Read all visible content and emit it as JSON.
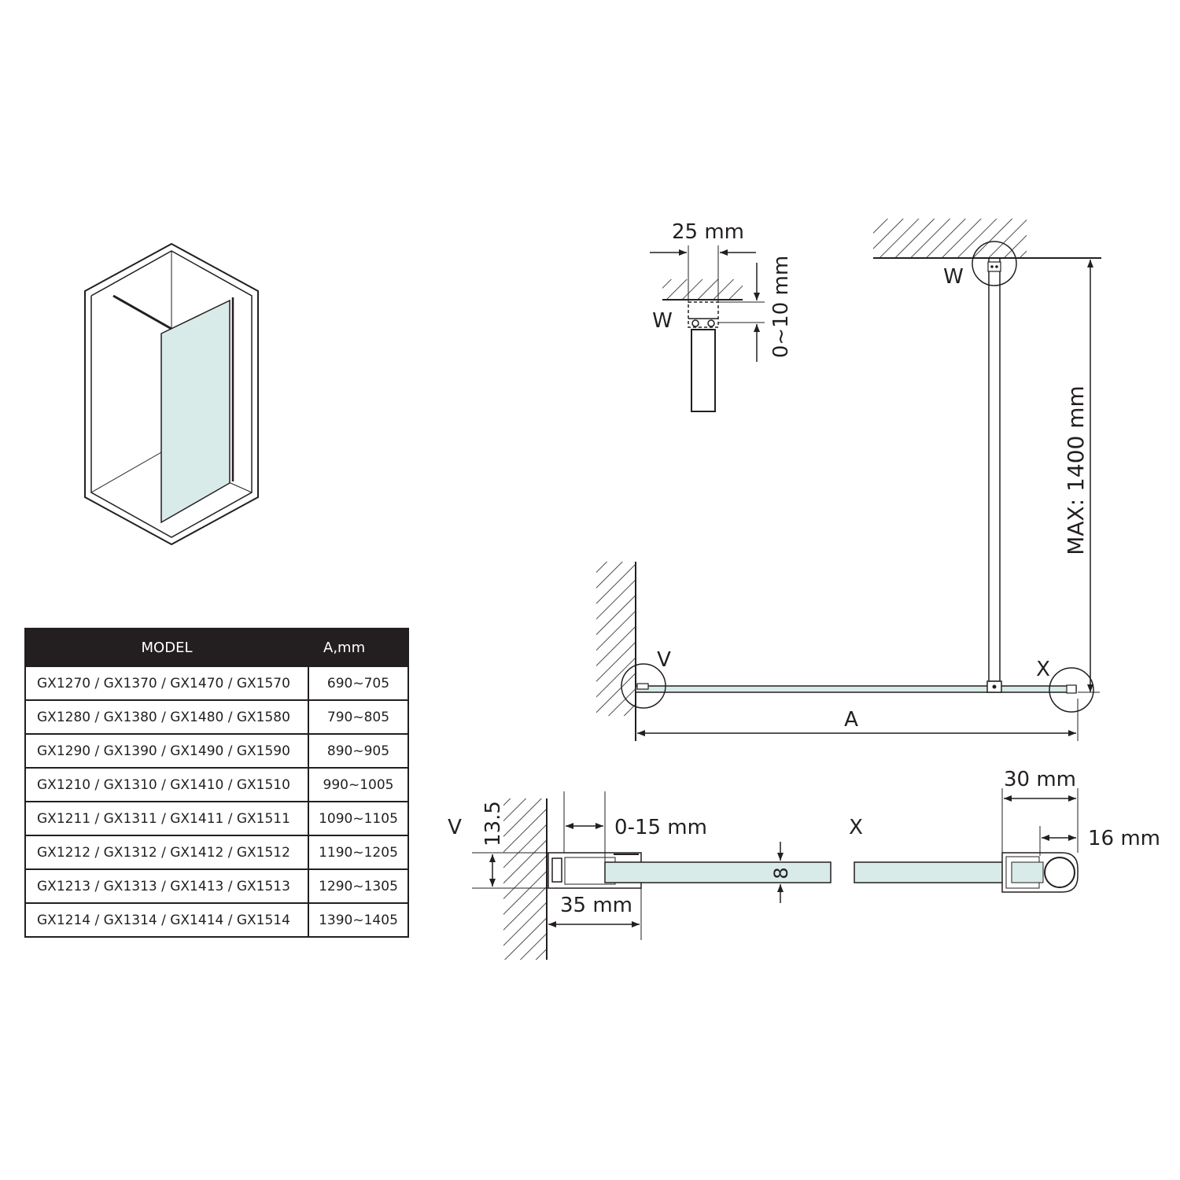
{
  "table": {
    "headers": [
      "MODEL",
      "A,mm"
    ],
    "rows": [
      {
        "model": "GX1270 / GX1370 / GX1470 / GX1570",
        "a": "690~705"
      },
      {
        "model": "GX1280 / GX1380 / GX1480 / GX1580",
        "a": "790~805"
      },
      {
        "model": "GX1290 / GX1390 / GX1490 / GX1590",
        "a": "890~905"
      },
      {
        "model": "GX1210 / GX1310 / GX1410 / GX1510",
        "a": "990~1005"
      },
      {
        "model": "GX1211 / GX1311 / GX1411 / GX1511",
        "a": "1090~1105"
      },
      {
        "model": "GX1212 / GX1312 / GX1412 / GX1512",
        "a": "1190~1205"
      },
      {
        "model": "GX1213 / GX1313 / GX1413 / GX1513",
        "a": "1290~1305"
      },
      {
        "model": "GX1214 / GX1314 / GX1414 / GX1514",
        "a": "1390~1405"
      }
    ]
  },
  "detail_w": {
    "label": "W",
    "width": "25 mm",
    "gap": "0~10 mm"
  },
  "plan": {
    "label_w": "W",
    "label_v": "V",
    "label_x": "X",
    "dim_a": "A",
    "dim_max": "MAX: 1400 mm"
  },
  "detail_v": {
    "label": "V",
    "height": "13.5",
    "adjust": "0-15 mm",
    "depth": "35 mm",
    "glass": "8"
  },
  "detail_x": {
    "label": "X",
    "width": "30 mm",
    "inner": "16 mm"
  },
  "colors": {
    "ink": "#231f20",
    "glass": "#d8ebe8",
    "header_bg": "#231f20",
    "header_text": "#ffffff"
  }
}
